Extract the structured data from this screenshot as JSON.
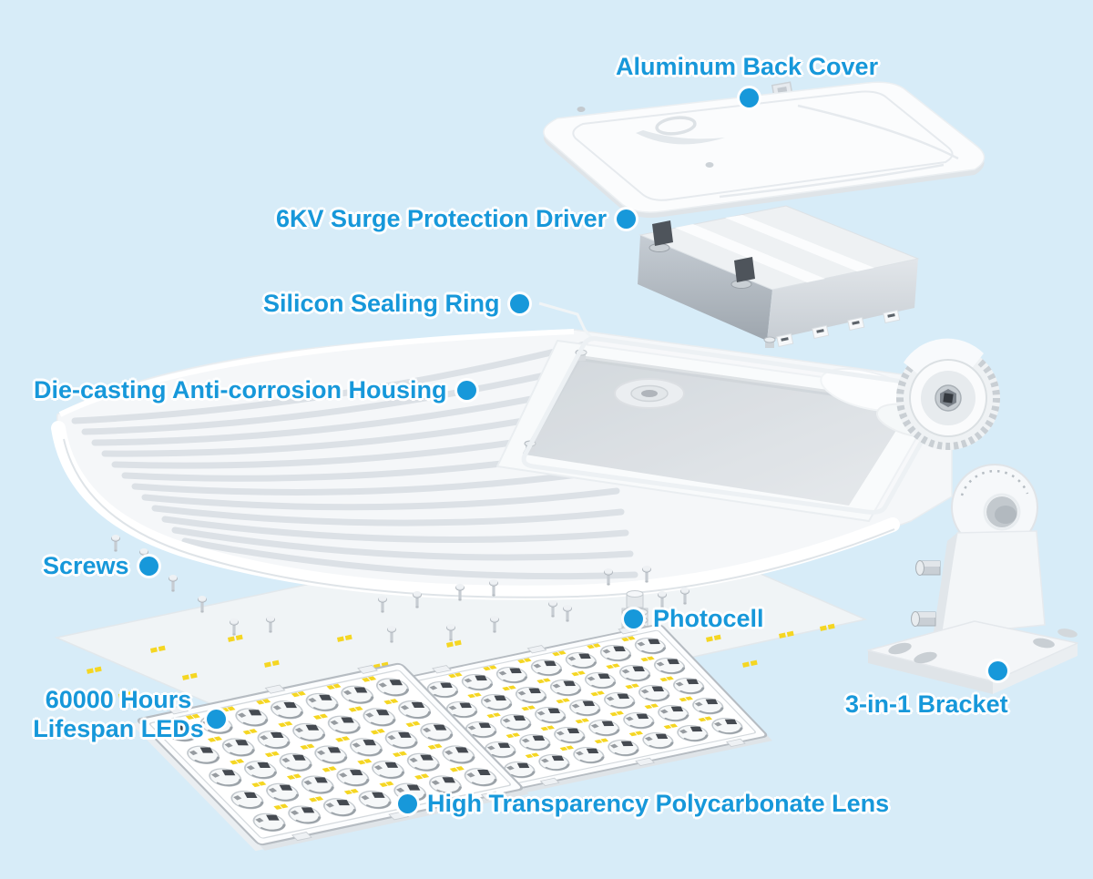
{
  "page": {
    "background_color": "#d7ecf8",
    "accent_color": "#1798da",
    "part_fill_color": "#f6f8fa",
    "led_pad_color": "#f5d622"
  },
  "callouts": {
    "back_cover": {
      "label": "Aluminum Back Cover"
    },
    "driver": {
      "label": "6KV Surge Protection Driver"
    },
    "sealing_ring": {
      "label": "Silicon Sealing Ring"
    },
    "housing": {
      "label": "Die-casting Anti-corrosion Housing"
    },
    "screws": {
      "label": "Screws"
    },
    "photocell": {
      "label": "Photocell"
    },
    "leds": {
      "label_line1": "60000 Hours",
      "label_line2": "Lifespan LEDs"
    },
    "bracket": {
      "label": "3-in-1 Bracket"
    },
    "lens": {
      "label": "High Transparency Polycarbonate Lens"
    }
  }
}
